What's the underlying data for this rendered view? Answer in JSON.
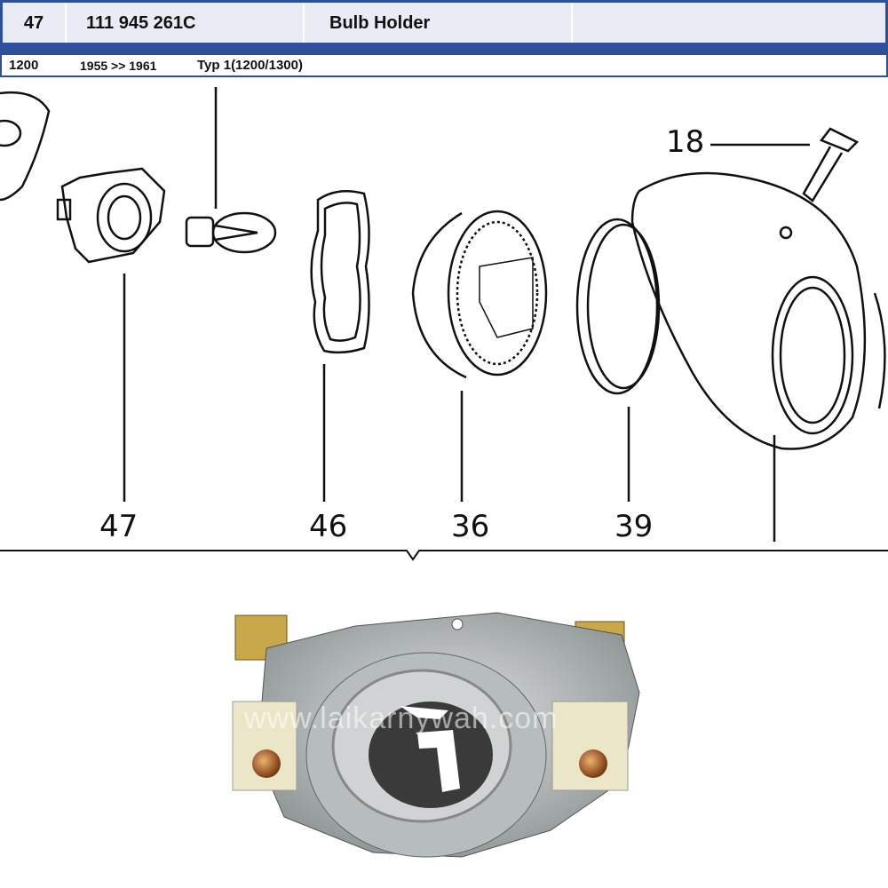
{
  "header": {
    "item_no": "47",
    "part_number": "111 945 261C",
    "description": "Bulb Holder"
  },
  "subheader": {
    "model": "1200",
    "years": "1955 >> 1961",
    "type": "Typ 1(1200/1300)"
  },
  "diagram": {
    "callouts": [
      "18",
      "47",
      "46",
      "36",
      "39"
    ]
  },
  "photo": {
    "watermark": "www.laikarnywah.com"
  }
}
